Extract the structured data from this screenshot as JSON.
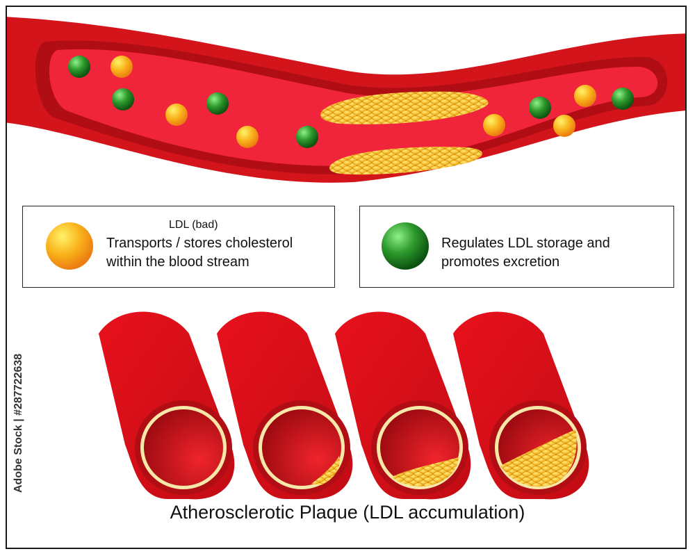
{
  "colors": {
    "vessel_outer": "#d3141b",
    "vessel_mid": "#b00d14",
    "vessel_lumen": "#f0243a",
    "plaque": "#f5b417",
    "ldl": "#f9a61a",
    "hdl": "#2e9a2c",
    "lining": "#f7e7a8"
  },
  "legend": {
    "ldl": {
      "title": "LDL (bad)",
      "line1": "Transports / stores cholesterol",
      "line2": "within the blood stream",
      "icon": "orange-sphere-icon"
    },
    "hdl": {
      "line1": "Regulates LDL storage and",
      "line2": "promotes excretion",
      "icon": "green-sphere-icon"
    }
  },
  "stages": [
    {
      "plaque_fraction": 0
    },
    {
      "plaque_fraction": 0.15
    },
    {
      "plaque_fraction": 0.25
    },
    {
      "plaque_fraction": 0.45
    }
  ],
  "caption": "Atherosclerotic Plaque (LDL accumulation)",
  "stock_id": "Adobe Stock | #287722638"
}
